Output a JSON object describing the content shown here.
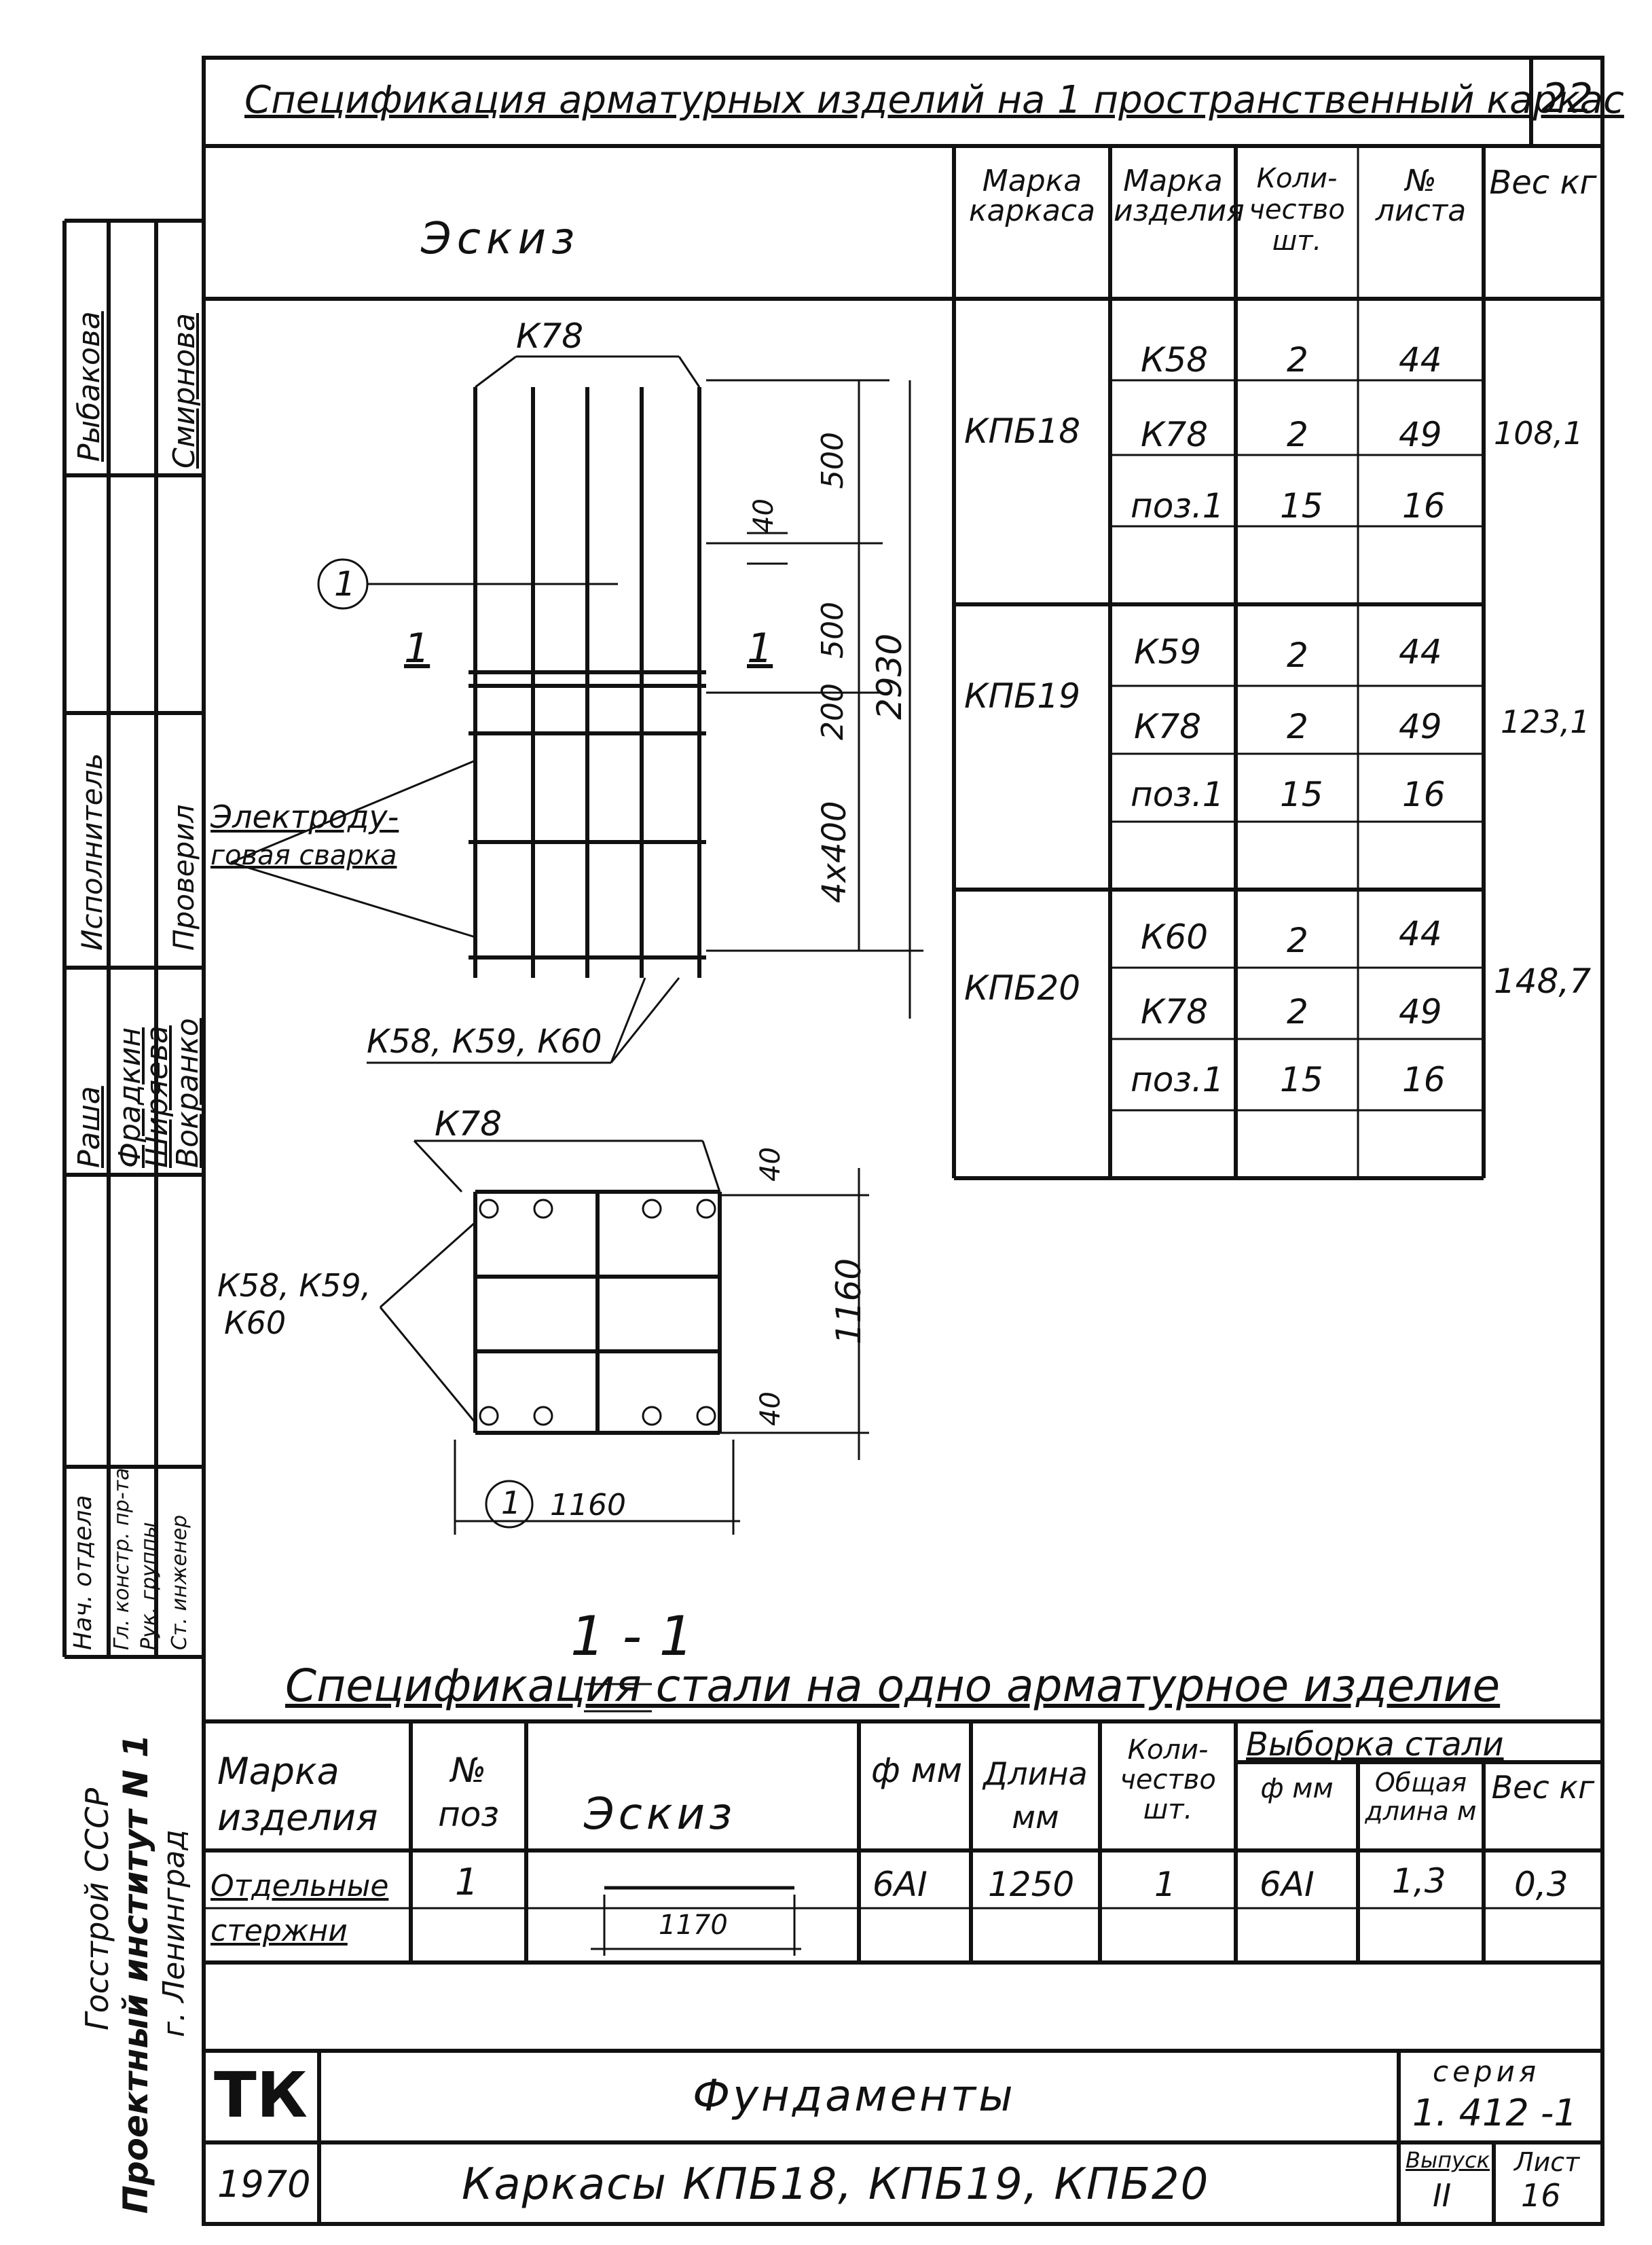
{
  "header": {
    "title": "Спецификация арматурных изделий на 1 пространственный каркас",
    "page_number": "22"
  },
  "spec_table": {
    "col_sketch": "Эскиз",
    "col_frame_mark": "Марка каркаса",
    "col_item_mark": "Марка изделия",
    "col_qty": "Коли- чество шт.",
    "col_sheet": "№ листа",
    "col_weight": "Вес кг",
    "groups": [
      {
        "frame": "КПБ18",
        "weight": "108,1",
        "rows": [
          {
            "item": "К58",
            "qty": "2",
            "sheet": "44"
          },
          {
            "item": "К78",
            "qty": "2",
            "sheet": "49"
          },
          {
            "item": "поз.1",
            "qty": "15",
            "sheet": "16"
          }
        ]
      },
      {
        "frame": "КПБ19",
        "weight": "123,1",
        "rows": [
          {
            "item": "К59",
            "qty": "2",
            "sheet": "44"
          },
          {
            "item": "К78",
            "qty": "2",
            "sheet": "49"
          },
          {
            "item": "поз.1",
            "qty": "15",
            "sheet": "16"
          }
        ]
      },
      {
        "frame": "КПБ20",
        "weight": "148,7",
        "rows": [
          {
            "item": "К60",
            "qty": "2",
            "sheet": "44"
          },
          {
            "item": "К78",
            "qty": "2",
            "sheet": "49"
          },
          {
            "item": "поз.1",
            "qty": "15",
            "sheet": "16"
          }
        ]
      }
    ]
  },
  "drawing": {
    "k78_top": "К78",
    "pos_marker": "1",
    "section_left": "1",
    "section_right": "1",
    "dim_40": "40",
    "dim_500a": "500",
    "dim_500b": "500",
    "dim_200": "200",
    "dim_4x400": "4х400",
    "dim_2930": "2930",
    "weld_label_1": "Электроду-",
    "weld_label_2": "говая сварка",
    "k58_label": "К58, К59, К60",
    "k78_section": "К78",
    "k58_section_1": "К58, К59,",
    "k58_section_2": "К60",
    "dim_40_top": "40",
    "dim_40_bottom": "40",
    "dim_1160_v": "1160",
    "dim_1160_h": "1160",
    "pos_marker_2": "1",
    "section_title": "1 - 1"
  },
  "steel_spec": {
    "title": "Спецификация стали на одно арматурное изделие",
    "col_item": "Марка изделия",
    "col_pos": "№ поз",
    "col_sketch": "Эскиз",
    "col_dia": "ф мм",
    "col_length": "Длина мм",
    "col_qty": "Коли- чество шт.",
    "col_selection": "Выборка стали",
    "col_sel_dia": "ф мм",
    "col_total_len": "Общая длина м",
    "col_weight": "Вес кг",
    "row": {
      "item": "Отдельные стержни",
      "pos": "1",
      "sketch_dim": "1170",
      "dia": "6AI",
      "length": "1250",
      "qty": "1",
      "sel_dia": "6AI",
      "total_len": "1,3",
      "weight": "0,3"
    }
  },
  "title_block": {
    "org_1": "Госстрой СССР",
    "org_2": "Проектный институт N 1",
    "org_3": "г. Ленинград",
    "code": "ТК",
    "year": "1970",
    "name": "Фундаменты",
    "subname": "Каркасы КПБ18, КПБ19, КПБ20",
    "series_label": "серия",
    "series_value": "1. 412 -1",
    "issue_label": "Выпуск",
    "issue_value": "II",
    "sheet_label": "Лист",
    "sheet_value": "16"
  },
  "side_stamp": {
    "roles": [
      "Исполнитель",
      "Проверил",
      "Нач. отдела",
      "Гл. констр. пр-та",
      "Рук. группы",
      "Ст. инженер"
    ],
    "names": [
      "Рыбакова",
      "Смирнова",
      "Раша",
      "Фрадкин",
      "Ширяева",
      "Вокранко"
    ]
  }
}
